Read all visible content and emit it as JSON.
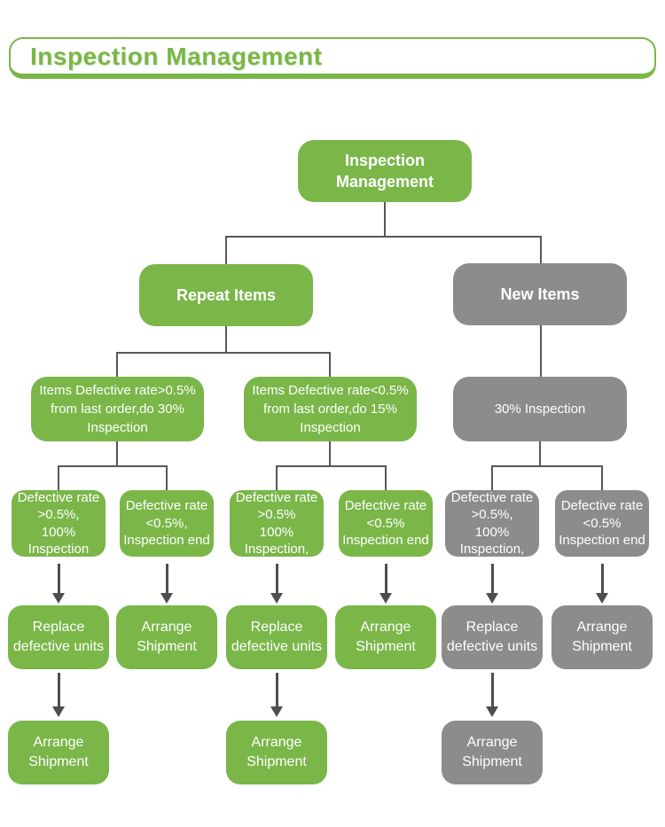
{
  "header": {
    "title": "Inspection Management"
  },
  "colors": {
    "green": "#7ab648",
    "gray": "#8c8c8c",
    "connector_line": "#57585b",
    "arrow": "#4d4e50",
    "node_text": "#ffffff",
    "title_text": "#7ab648"
  },
  "diagram": {
    "root": {
      "label": "Inspection\nManagement"
    },
    "branches": {
      "repeat_items": {
        "label": "Repeat Items"
      },
      "new_items": {
        "label": "New Items"
      }
    },
    "conditions": {
      "repeat_high": {
        "label": "Items Defective rate>0.5%\nfrom last order,do 30%\nInspection"
      },
      "repeat_low": {
        "label": "Items Defective rate<0.5%\nfrom last order,do 15%\nInspection"
      },
      "new_items_plan": {
        "label": "30% Inspection"
      }
    },
    "checks": {
      "col1": {
        "label": "Defective rate\n>0.5%,\n100% Inspection"
      },
      "col2": {
        "label": "Defective rate\n<0.5%,\nInspection end"
      },
      "col3": {
        "label": "Defective rate\n>0.5%\n100% Inspection,"
      },
      "col4": {
        "label": "Defective rate\n<0.5%\nInspection end"
      },
      "col5": {
        "label": "Defective rate\n>0.5%,\n100% Inspection,"
      },
      "col6": {
        "label": "Defective rate\n<0.5%\nInspection end"
      }
    },
    "actions": {
      "replace": {
        "label": "Replace\ndefective units"
      },
      "arrange": {
        "label": "Arrange\nShipment"
      }
    }
  }
}
